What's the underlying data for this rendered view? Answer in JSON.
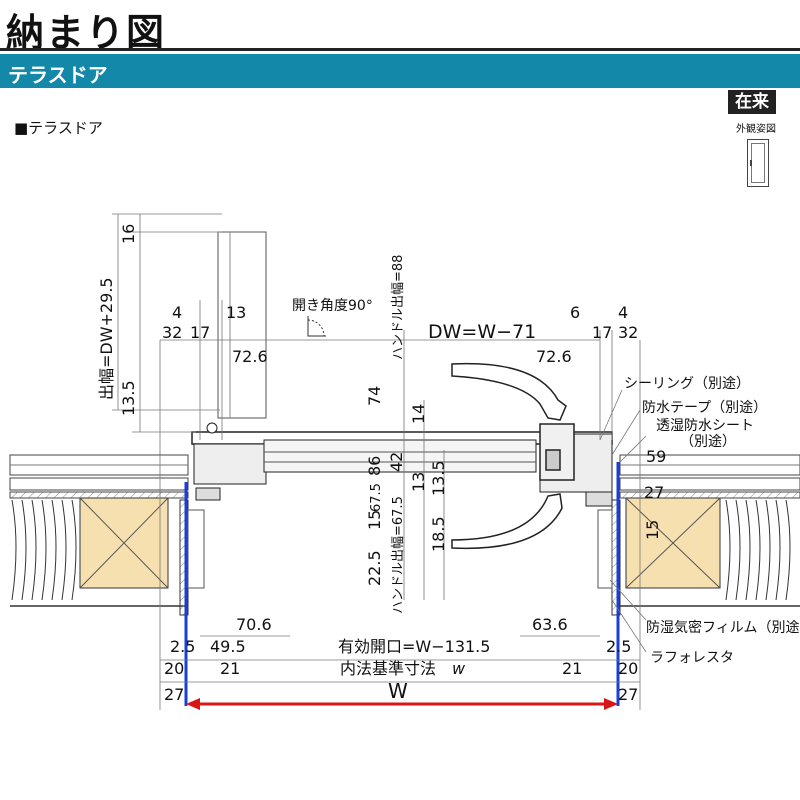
{
  "header": {
    "title": "納まり図",
    "banner": "テラスドア"
  },
  "section_label": "■テラスドア",
  "badge": {
    "label": "在来",
    "caption": "外観姿図"
  },
  "colors": {
    "banner": "#1488a8",
    "wood": "#f7e0b0",
    "blue_line": "#1a3fd6",
    "red_arrow": "#d91515"
  },
  "dims": {
    "v16": "16",
    "v_outwidth": "出幅=DW+29.5",
    "v13_5_left": "13.5",
    "h4_left": "4",
    "h13": "13",
    "h32_left": "32",
    "h17_left": "17",
    "open_angle": "開き角度90°",
    "h72_6_left": "72.6",
    "handle_out_top": "ハンドル出幅=88",
    "dw": "DW=W−71",
    "h6": "6",
    "h4_right": "4",
    "h17_right": "17",
    "h32_right": "32",
    "h72_6_right": "72.6",
    "v74": "74",
    "v14": "14",
    "v86": "86",
    "v42": "42",
    "v13": "13",
    "v13_5_mid": "13.5",
    "v67_5": "67.5",
    "handle_out_bottom": "ハンドル出幅=67.5",
    "v15_mid": "15",
    "v18_5": "18.5",
    "v22_5": "22.5",
    "v59": "59",
    "v27_right": "27",
    "v15_right": "15",
    "h70_6": "70.6",
    "h63_6": "63.6",
    "h2_5_left": "2.5",
    "h2_5_right": "2.5",
    "h49_5": "49.5",
    "effective_opening": "有効開口=W−131.5",
    "h20_left": "20",
    "h20_right": "20",
    "h21_left": "21",
    "h21_right": "21",
    "inner_ref": "内法基準寸法",
    "inner_ref_w": "w",
    "h27_left": "27",
    "h27_right": "27",
    "w": "W"
  },
  "callouts": {
    "sealing": "シーリング（別途）",
    "waterproof_tape": "防水テープ（別途）",
    "breathable_sheet_1": "透湿防水シート",
    "breathable_sheet_2": "（別途）",
    "vapor_film": "防湿気密フィルム（別途）",
    "lath": "ラフォレスタ"
  }
}
